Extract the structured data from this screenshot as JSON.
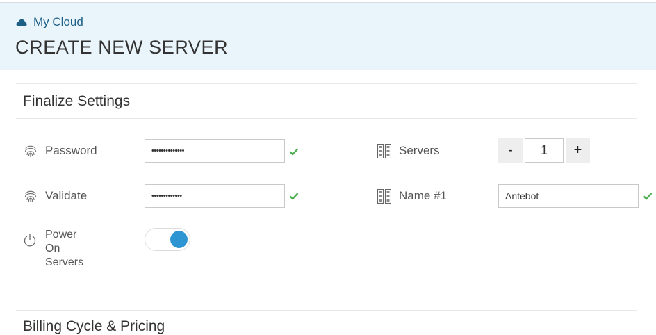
{
  "header": {
    "breadcrumb": "My Cloud",
    "title": "CREATE NEW SERVER"
  },
  "section": {
    "title": "Finalize Settings"
  },
  "form": {
    "password": {
      "label": "Password",
      "value": "••••••••••••••"
    },
    "validate": {
      "label": "Validate",
      "value": "•••••••••••••"
    },
    "power": {
      "line1": "Power",
      "line2": "On",
      "line3": "Servers",
      "enabled": true
    },
    "servers": {
      "label": "Servers",
      "minus": "-",
      "count": "1",
      "plus": "+"
    },
    "name": {
      "label": "Name #1",
      "value": "Antebot"
    }
  },
  "next_section": {
    "title": "Billing Cycle & Pricing"
  },
  "colors": {
    "accent": "#2e95d3",
    "success": "#4caf50",
    "header_bg": "#e9f5fb"
  }
}
